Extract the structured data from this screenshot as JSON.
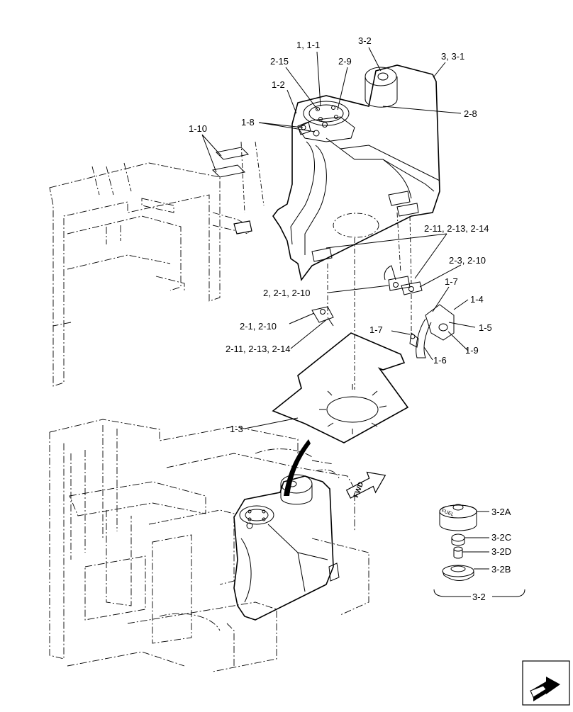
{
  "callouts": {
    "c_1_1_1": "1, 1-1",
    "c_3_2": "3-2",
    "c_3_3_1": "3, 3-1",
    "c_2_15": "2-15",
    "c_2_9": "2-9",
    "c_1_2": "1-2",
    "c_2_8": "2-8",
    "c_1_8": "1-8",
    "c_1_10": "1-10",
    "c_2_11_13_14_a": "2-11, 2-13, 2-14",
    "c_2_3_2_10": "2-3, 2-10",
    "c_2_2_1_2_10": "2, 2-1, 2-10",
    "c_1_7_a": "1-7",
    "c_1_4": "1-4",
    "c_2_1_2_10": "2-1, 2-10",
    "c_1_5": "1-5",
    "c_1_7_b": "1-7",
    "c_1_9": "1-9",
    "c_2_11_13_14_b": "2-11, 2-13, 2-14",
    "c_1_6": "1-6",
    "c_1_3": "1-3",
    "c_3_2A": "3-2A",
    "c_3_2C": "3-2C",
    "c_3_2D": "3-2D",
    "c_3_2B": "3-2B",
    "c_3_2_group": "3-2"
  },
  "markings": {
    "fwd_arrow": "FWD",
    "cap_text": "FUEL"
  },
  "icons": {
    "corner_nav": "next-page-arrow-icon"
  }
}
